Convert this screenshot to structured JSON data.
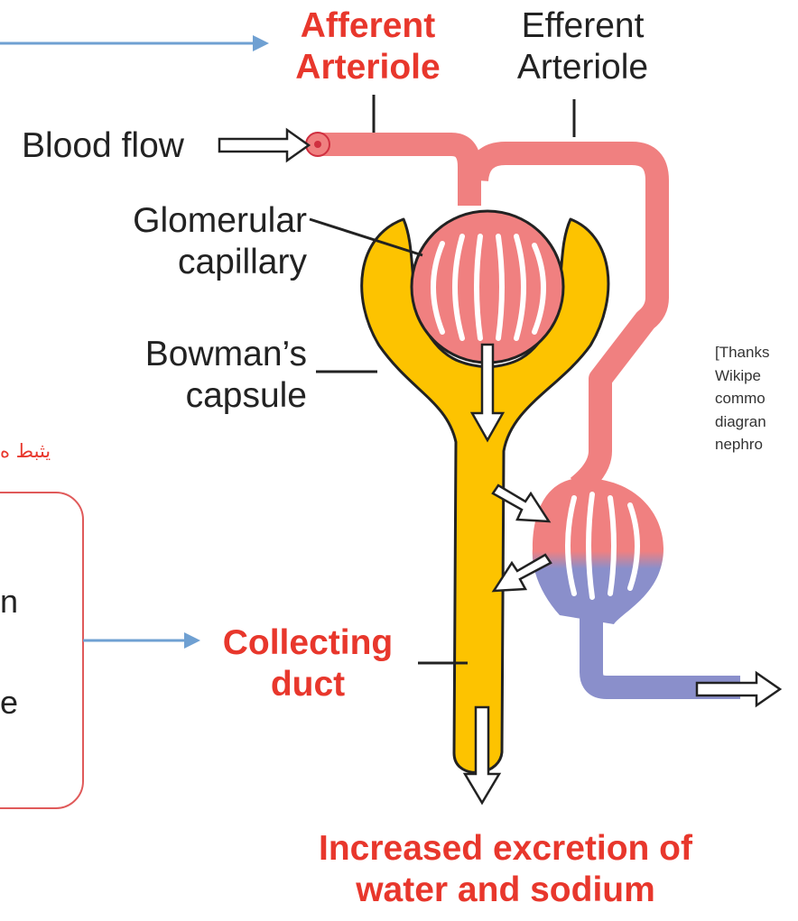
{
  "labels": {
    "afferent_line1": "Afferent",
    "afferent_line2": "Arteriole",
    "efferent_line1": "Efferent",
    "efferent_line2": "Arteriole",
    "blood_flow": "Blood flow",
    "glomerular_line1": "Glomerular",
    "glomerular_line2": "capillary",
    "bowmans_line1": "Bowman’s",
    "bowmans_line2": "capsule",
    "collecting_line1": "Collecting",
    "collecting_line2": "duct",
    "excretion_line1": "Increased excretion of",
    "excretion_line2": "water and sodium"
  },
  "side_note_lines": [
    "[Thanks",
    "Wikipe",
    "commo",
    "diagran",
    "nephro"
  ],
  "arabic_fragment": "يثبط ه",
  "box_fragments": [
    "n",
    "e"
  ],
  "colors": {
    "vessel_red": "#f08080",
    "vessel_blue": "#8a8fcb",
    "capsule_yellow": "#fdc300",
    "label_red": "#e8372c",
    "pointer_blue": "#6fa0d2",
    "box_border": "#e05a5a"
  }
}
